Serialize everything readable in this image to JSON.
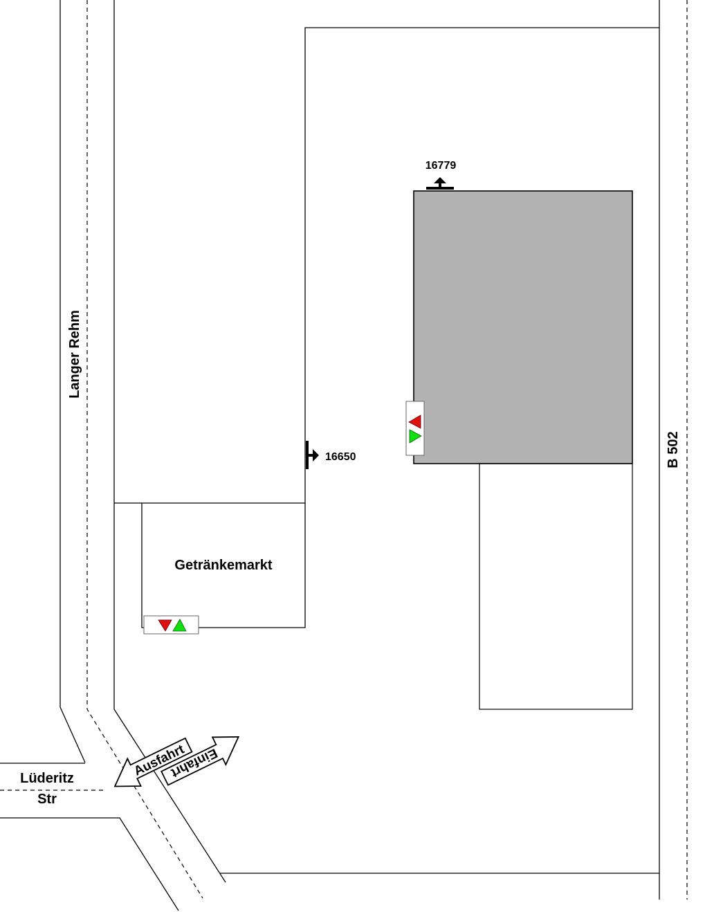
{
  "streets": {
    "langer_rehm": "Langer Rehm",
    "luederitz_line1": "Lüderitz",
    "luederitz_line2": "Str",
    "b502": "B 502"
  },
  "buildings": {
    "getraenkemarkt": "Getränkemarkt"
  },
  "markers": {
    "top": "16779",
    "left": "16650"
  },
  "driveway": {
    "exit": "Ausfahrt",
    "entry": "Einfahrt"
  },
  "colors": {
    "building_fill": "#b3b3b3",
    "signal_red": "#e01010",
    "signal_green": "#10e010"
  }
}
